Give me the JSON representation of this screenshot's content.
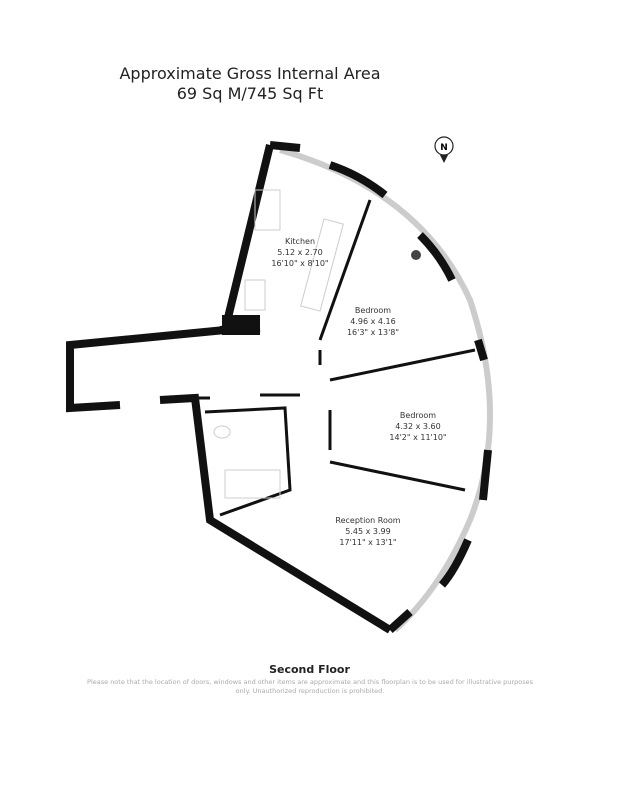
{
  "header": {
    "line1": "Approximate Gross Internal Area",
    "line2": "69 Sq M/745 Sq Ft"
  },
  "compass": {
    "label": "N"
  },
  "rooms": [
    {
      "name": "Kitchen",
      "metric": "5.12 x 2.70",
      "imperial": "16'10\" x 8'10\""
    },
    {
      "name": "Bedroom",
      "metric": "4.96 x 4.16",
      "imperial": "16'3\" x 13'8\""
    },
    {
      "name": "Bedroom",
      "metric": "4.32 x 3.60",
      "imperial": "14'2\" x 11'10\""
    },
    {
      "name": "Reception Room",
      "metric": "5.45 x 3.99",
      "imperial": "17'11\" x 13'1\""
    }
  ],
  "footer": {
    "floor": "Second Floor",
    "note": "Please note that the location of doors, windows and other items are approximate and this floorplan is to be used for illustrative purposes only. Unauthorized reproduction is prohibited."
  }
}
